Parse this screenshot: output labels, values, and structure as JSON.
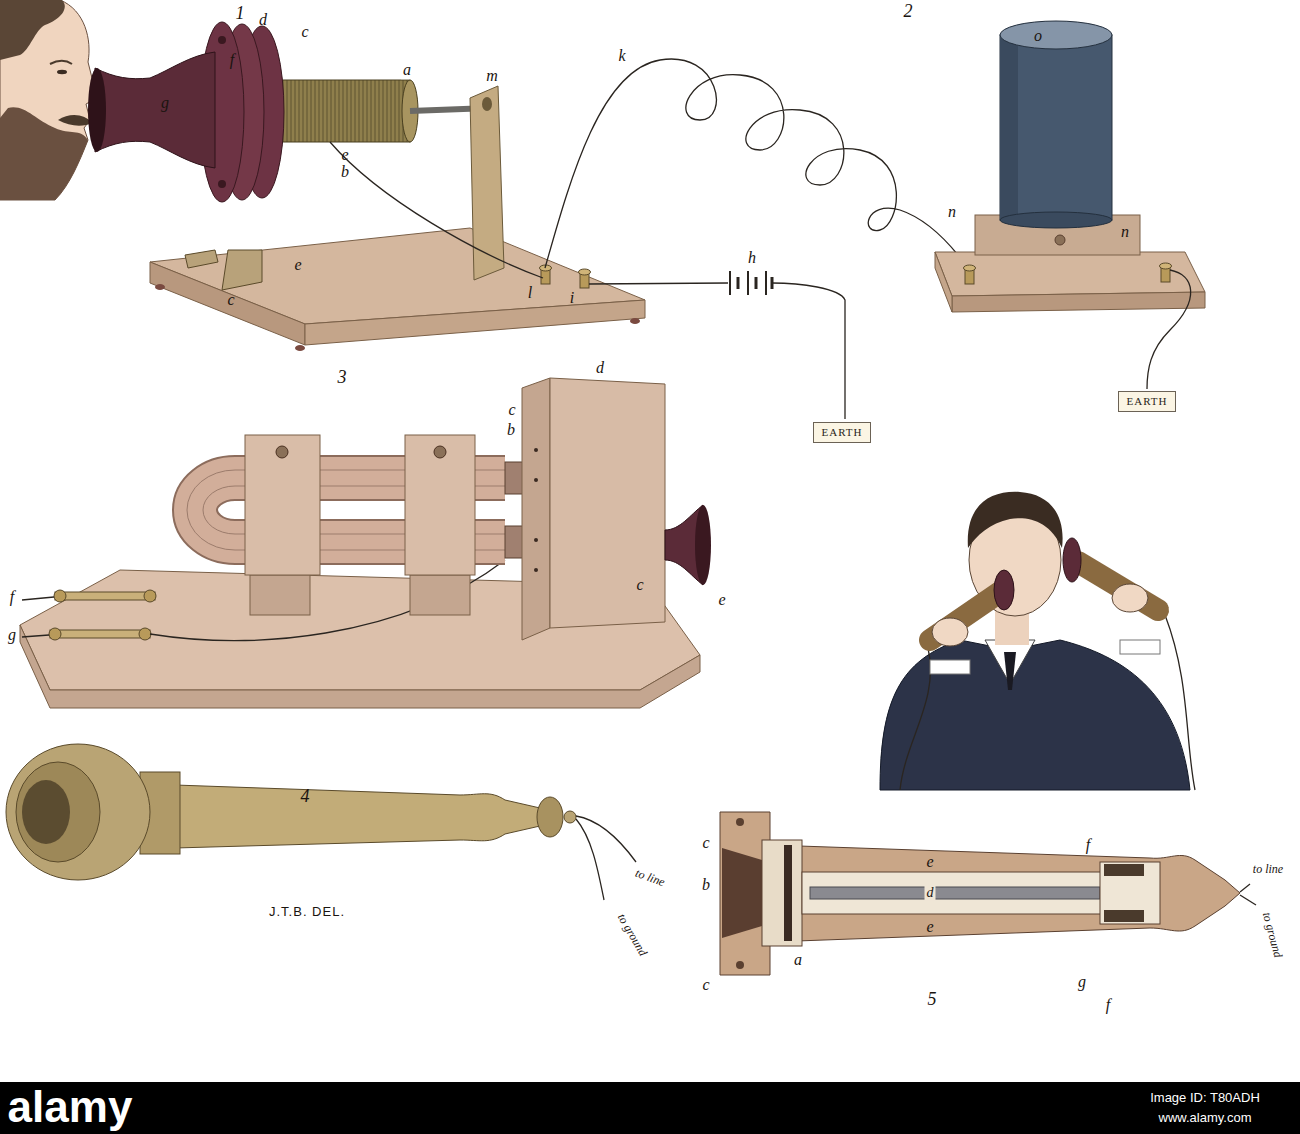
{
  "diagram": {
    "nodes": [
      {
        "text": [
          "EARTH"
        ]
      },
      {
        "text": [
          "EARTH"
        ]
      }
    ],
    "labels": [
      "1",
      "d",
      "c",
      "f",
      "g",
      "a",
      "m",
      "e",
      "b",
      "l",
      "e",
      "c",
      "k",
      "i",
      "h",
      "2",
      "o",
      "n",
      "n",
      "3",
      "d",
      "c",
      "b",
      "c",
      "e",
      "f",
      "g",
      "4",
      "to line",
      "to ground",
      "J.T.B. DEL.",
      "5",
      "c",
      "b",
      "a",
      "e",
      "d",
      "e",
      "c",
      "f",
      "g",
      "f",
      "to line",
      "to ground",
      "alamy",
      "Image ID: T80ADH",
      "www.alamy.com"
    ]
  }
}
